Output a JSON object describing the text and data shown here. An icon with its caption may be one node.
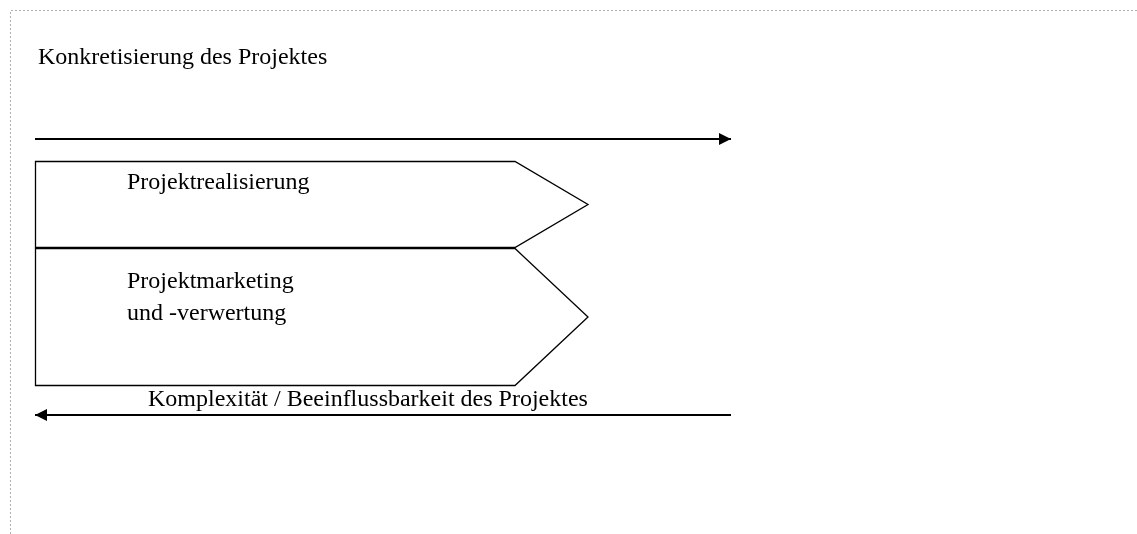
{
  "diagram": {
    "nodes": [
      {
        "text": [
          "Projektrealisierung"
        ]
      },
      {
        "text": [
          "Projektmarketing und -verwertung"
        ]
      }
    ],
    "labels": [
      "Konkretisierung des Projektes",
      "Komplexität / Beeinflussbarkeit des Projektes"
    ]
  }
}
